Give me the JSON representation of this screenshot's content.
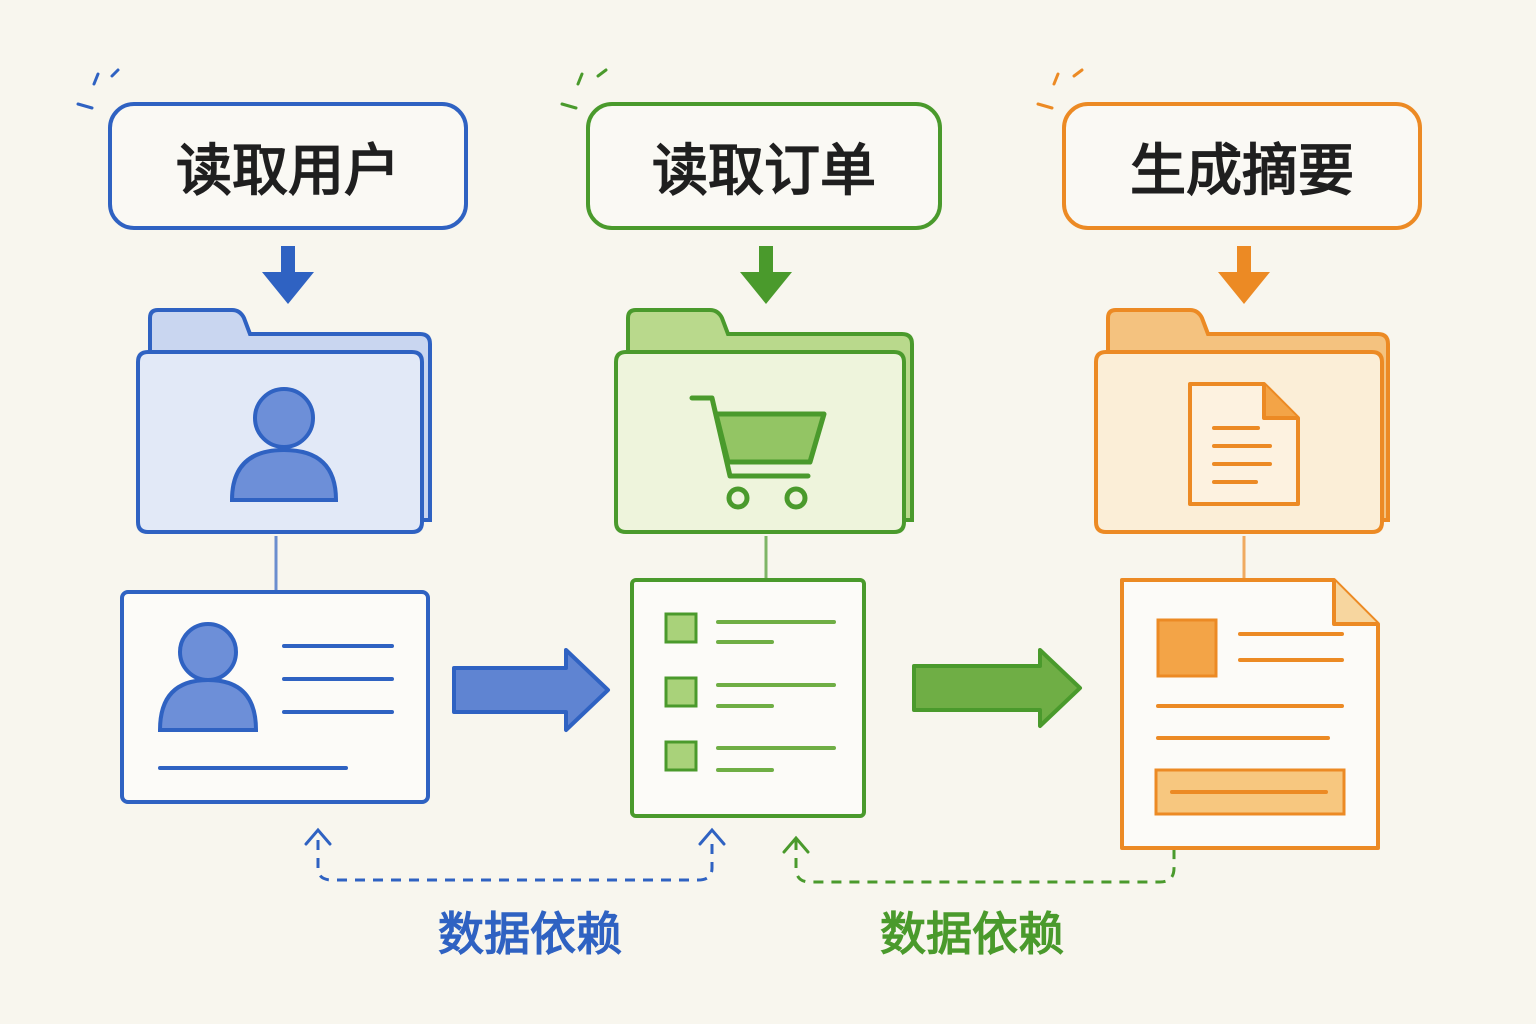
{
  "colors": {
    "background": "#f8f6ee",
    "blue": "#2f62c2",
    "blue_fill": "#6d8fd8",
    "blue_light": "#e2e9f7",
    "green": "#4a9a2c",
    "green_fill": "#93c564",
    "green_light": "#eef4dc",
    "orange": "#ec8a24",
    "orange_fill": "#f3a447",
    "orange_light": "#fbeed7",
    "text": "#1f1f1f"
  },
  "steps": [
    {
      "label": "读取用户",
      "color_key": "blue",
      "folder_icon": "user-icon",
      "output_icon": "user-card-icon"
    },
    {
      "label": "读取订单",
      "color_key": "green",
      "folder_icon": "shopping-cart-icon",
      "output_icon": "checklist-document-icon"
    },
    {
      "label": "生成摘要",
      "color_key": "orange",
      "folder_icon": "document-icon",
      "output_icon": "summary-document-icon"
    }
  ],
  "dependencies": [
    {
      "label": "数据依赖",
      "color_key": "blue"
    },
    {
      "label": "数据依赖",
      "color_key": "green"
    }
  ]
}
